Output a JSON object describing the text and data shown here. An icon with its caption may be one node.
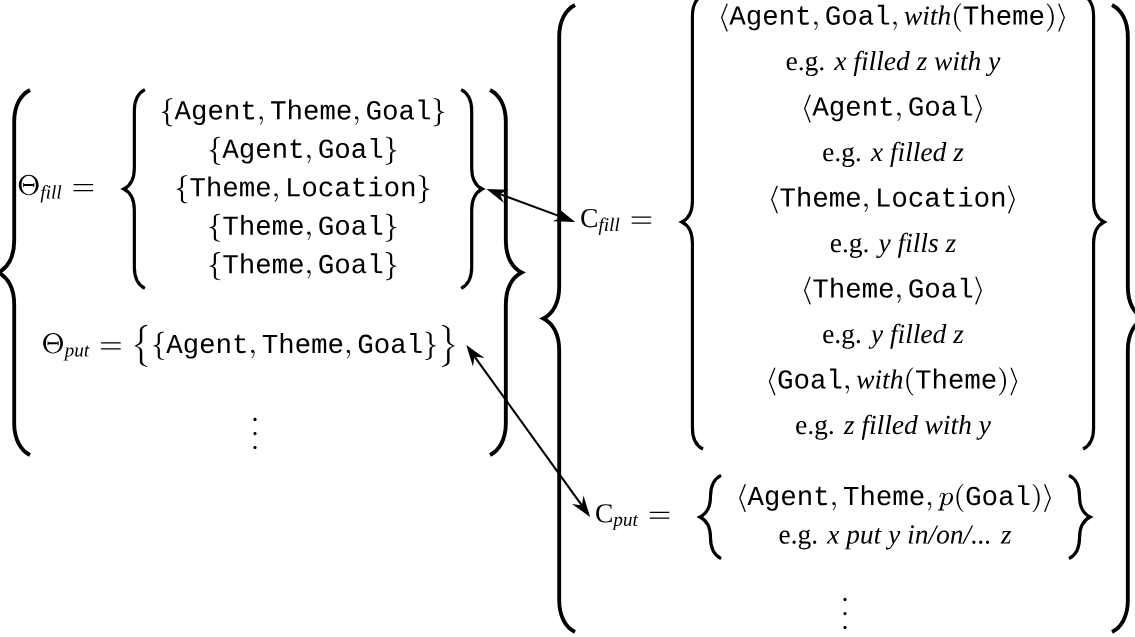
{
  "diagram": {
    "nodes": [
      {
        "text": [
          "\\Theta_{\\mathit{fill}} =",
          "\\{\\texttt{Agent}, \\texttt{Theme}, \\texttt{Goal}\\}",
          "\\{\\texttt{Agent}, \\texttt{Goal}\\}",
          "\\{\\texttt{Theme}, \\texttt{Location}\\}",
          "\\{\\texttt{Theme}, \\texttt{Goal}\\}",
          "\\{\\texttt{Theme}, \\texttt{Goal}\\}"
        ]
      },
      {
        "text": [
          "\\Theta_{\\mathit{put}} = \\bigl\\{\\{\\texttt{Agent}, \\texttt{Theme}, \\texttt{Goal}\\}\\bigr\\}"
        ]
      },
      {
        "text": [
          "\\mathrm{C}_{\\mathit{fill}} =",
          "\\langle\\texttt{Agent}, \\texttt{Goal}, \\mathit{with}(\\texttt{Theme})\\rangle",
          "e.g. *x filled z with y*",
          "\\langle\\texttt{Agent}, \\texttt{Goal}\\rangle",
          "e.g. *x filled z*",
          "\\langle\\texttt{Theme}, \\texttt{Location}\\rangle",
          "e.g. *y fills z*",
          "\\langle\\texttt{Theme}, \\texttt{Goal}\\rangle",
          "e.g. *y filled z*",
          "\\langle\\texttt{Goal}, \\mathit{with}(\\texttt{Theme})\\rangle",
          "e.g. *z filled with y*"
        ]
      },
      {
        "text": [
          "\\mathrm{C}_{\\mathit{put}} =",
          "\\langle\\texttt{Agent}, \\texttt{Theme}, p(\\texttt{Goal})\\rangle",
          "e.g. *x put y in/on/... z*"
        ]
      }
    ],
    "edges": [
      {
        "from": 0,
        "to": 2,
        "arrow": "both"
      },
      {
        "from": 1,
        "to": 3,
        "arrow": "both"
      }
    ],
    "labels": [
      "\\vdots",
      "\\vdots"
    ]
  }
}
